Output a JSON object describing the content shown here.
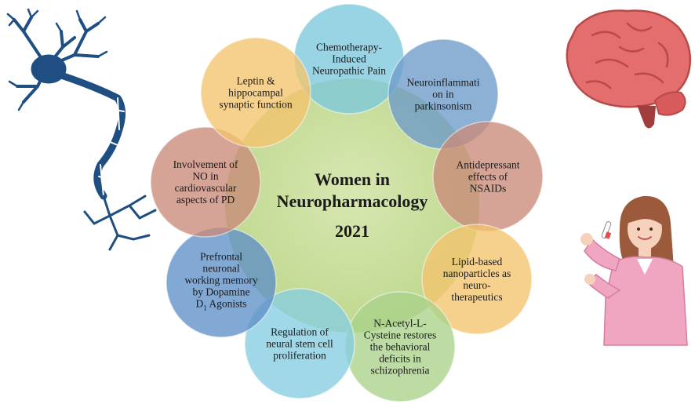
{
  "center": {
    "line1": "Women in",
    "line2": "Neuropharmacology",
    "year": "2021"
  },
  "topics": [
    {
      "id": "chemo",
      "lines": [
        "Chemotherapy-",
        "Induced",
        "Neuropathic Pain"
      ],
      "color": "#7cc8dc"
    },
    {
      "id": "neuroinflammation",
      "lines": [
        "Neuroinflammati",
        "on in",
        "parkinsonism"
      ],
      "color": "#6d9bc9"
    },
    {
      "id": "antidepressant",
      "lines": [
        "Antidepressant",
        "effects of",
        "NSAIDs"
      ],
      "color": "#c98a78"
    },
    {
      "id": "lipid",
      "lines": [
        "Lipid-based",
        "nanoparticles as",
        "neuro-",
        "therapeutics"
      ],
      "color": "#f3c46e"
    },
    {
      "id": "nac",
      "lines": [
        "N-Acetyl-L-",
        "Cysteine restores",
        "the behavioral",
        "deficits in",
        "schizophrenia"
      ],
      "color": "#a9d28b"
    },
    {
      "id": "stemcell",
      "lines": [
        "Regulation  of",
        "neural  stem cell",
        "proliferation"
      ],
      "color": "#86cde0"
    },
    {
      "id": "prefrontal",
      "lines": [
        "Prefrontal",
        "neuronal",
        "working memory",
        "by Dopamine"
      ],
      "last": "Agonists",
      "lastPrefix": "D",
      "lastSub": "1",
      "color": "#5f90c8"
    },
    {
      "id": "no",
      "lines": [
        "Involvement  of",
        "NO in",
        "cardiovascular",
        "aspects of PD"
      ],
      "color": "#c98a78"
    },
    {
      "id": "leptin",
      "lines": [
        "Leptin &",
        "hippocampal",
        "synaptic function"
      ],
      "color": "#f3c46e"
    }
  ],
  "colors": {
    "center": "#c8dc9a",
    "neuron": "#1f4f82",
    "brain": "#e46d6d",
    "brainstem": "#a13d3d",
    "woman_hair": "#9b5a3c",
    "woman_coat": "#f0a5c0"
  },
  "icons": [
    "neuron-icon",
    "brain-icon",
    "woman-scientist-icon"
  ]
}
